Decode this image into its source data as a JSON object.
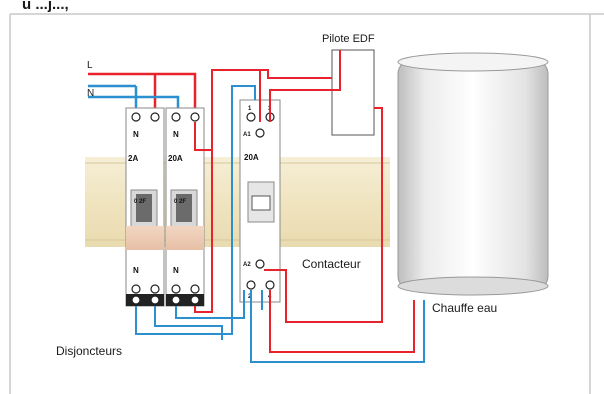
{
  "header_fragment": "u ...j...,",
  "labels": {
    "phase": "L",
    "neutral": "N",
    "pilot": "Pilote EDF",
    "contactor": "Contacteur",
    "water_heater": "Chauffe eau",
    "breakers": "Disjoncteurs"
  },
  "breakers": [
    {
      "top_terminal": "N",
      "rating": "2A",
      "bottom_terminal": "N",
      "curve": "0 2F"
    },
    {
      "top_terminal": "N",
      "rating": "20A",
      "bottom_terminal": "N",
      "curve": "0 2F"
    }
  ],
  "contactor": {
    "rating": "20A",
    "coil_top": "A1",
    "coil_bottom": "A2",
    "top_terminals": [
      "1",
      "3"
    ],
    "bottom_terminals": [
      "2",
      "4"
    ]
  },
  "colors": {
    "phase_wire": "#e8232c",
    "neutral_wire": "#2b8fd0",
    "rail": "#f2e8c8",
    "frame": "#c8c8c8"
  }
}
